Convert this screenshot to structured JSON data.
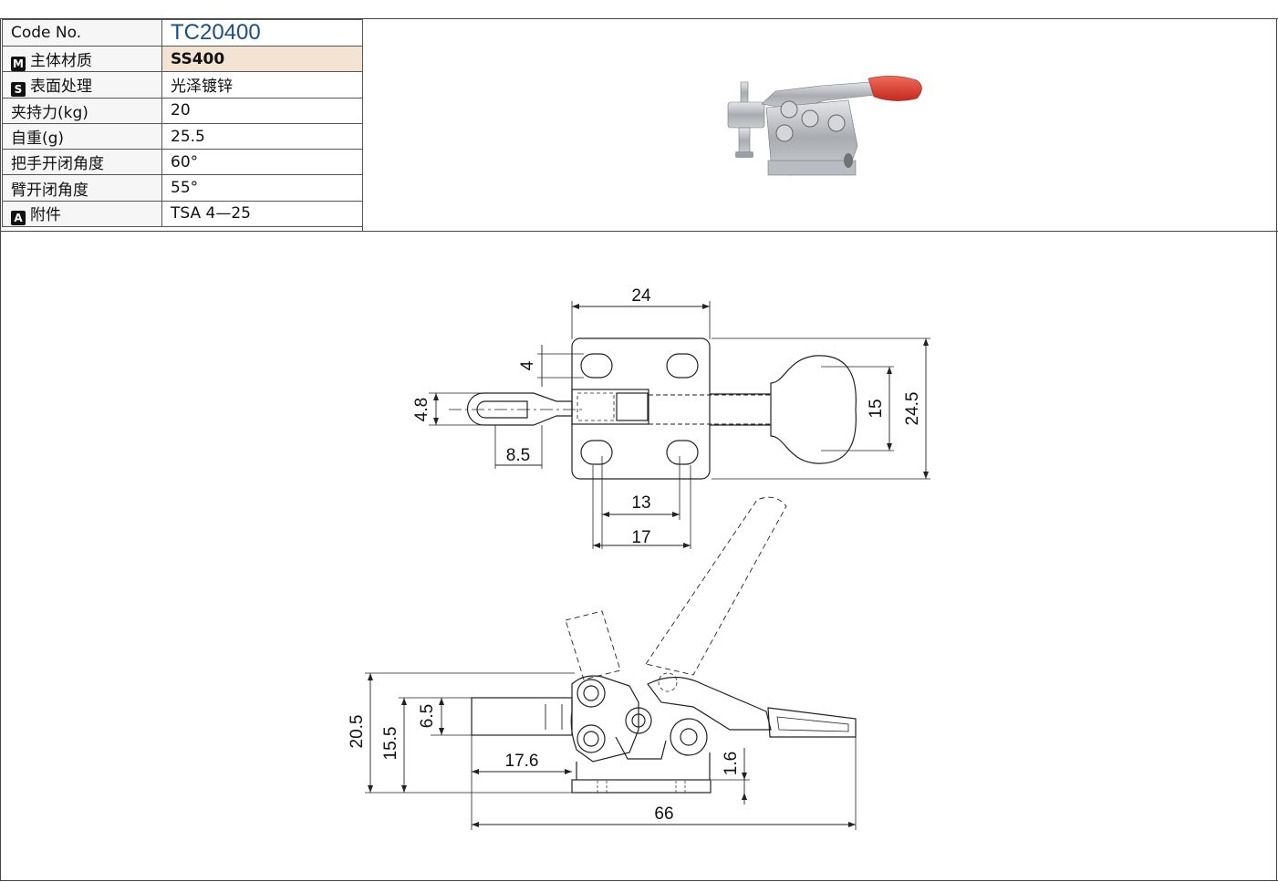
{
  "spec": {
    "code_label": "Code No.",
    "code_value": "TC20400",
    "material_badge": "M",
    "material_label": "主体材质",
    "material_value": "SS400",
    "surface_badge": "S",
    "surface_label": "表面处理",
    "surface_value": "光泽镀锌",
    "force_label": "夹持力(kg)",
    "force_value": "20",
    "weight_label": "自重(g)",
    "weight_value": "25.5",
    "handle_angle_label": "把手开闭角度",
    "handle_angle_value": "60°",
    "arm_angle_label": "臂开闭角度",
    "arm_angle_value": "55°",
    "accessory_badge": "A",
    "accessory_label": "附件",
    "accessory_value": "TSA 4—25"
  },
  "dimensions": {
    "top_width": "24",
    "slot_width": "4",
    "spindle_width": "4.8",
    "spindle_offset": "8.5",
    "inner_hole_spacing": "13",
    "outer_hole_spacing": "17",
    "handle_height": "15",
    "total_height": "24.5",
    "side_height": "20.5",
    "spindle_height": "15.5",
    "spindle_slot": "6.5",
    "base_offset": "17.6",
    "base_thickness": "1.6",
    "overall_length": "66"
  },
  "colors": {
    "code_blue": "#1a4f86",
    "shade": "#f3e3d2",
    "handle_red": "#d9302a"
  }
}
